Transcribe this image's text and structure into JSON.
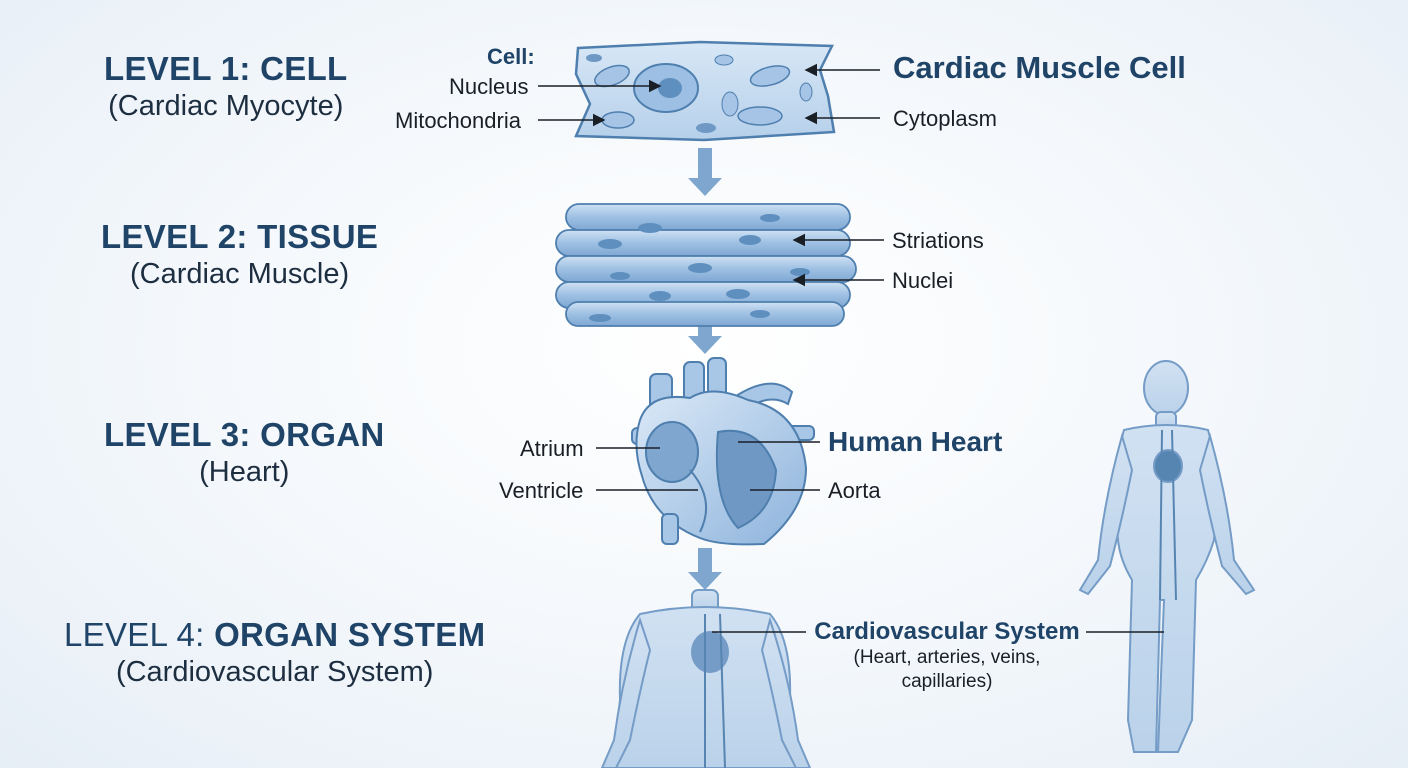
{
  "levels": [
    {
      "prefix": "LEVEL 1: ",
      "name": "CELL",
      "sub": "(Cardiac Myocyte)"
    },
    {
      "prefix": "LEVEL 2: ",
      "name": "TISSUE",
      "sub": "(Cardiac Muscle)"
    },
    {
      "prefix": "LEVEL 3: ",
      "name": "ORGAN",
      "sub": "(Heart)"
    },
    {
      "prefix": "LEVEL 4: ",
      "name": "ORGAN SYSTEM",
      "sub": "(Cardiovascular System)"
    }
  ],
  "cell": {
    "heading": "Cell:",
    "nucleus": "Nucleus",
    "mitochondria": "Mitochondria",
    "cytoplasm": "Cytoplasm",
    "title": "Cardiac Muscle Cell"
  },
  "tissue": {
    "striations": "Striations",
    "nuclei": "Nuclei"
  },
  "organ": {
    "atrium": "Atrium",
    "ventricle": "Ventricle",
    "aorta": "Aorta",
    "title": "Human Heart"
  },
  "system": {
    "title": "Cardiovascular System",
    "detail_line1": "(Heart, arteries, veins,",
    "detail_line2": "capillaries)"
  },
  "colors": {
    "title": "#1f4468",
    "illustration_fill": "#b9d3ec",
    "illustration_stroke": "#4f7fae",
    "arrow": "#7ea6cf"
  }
}
